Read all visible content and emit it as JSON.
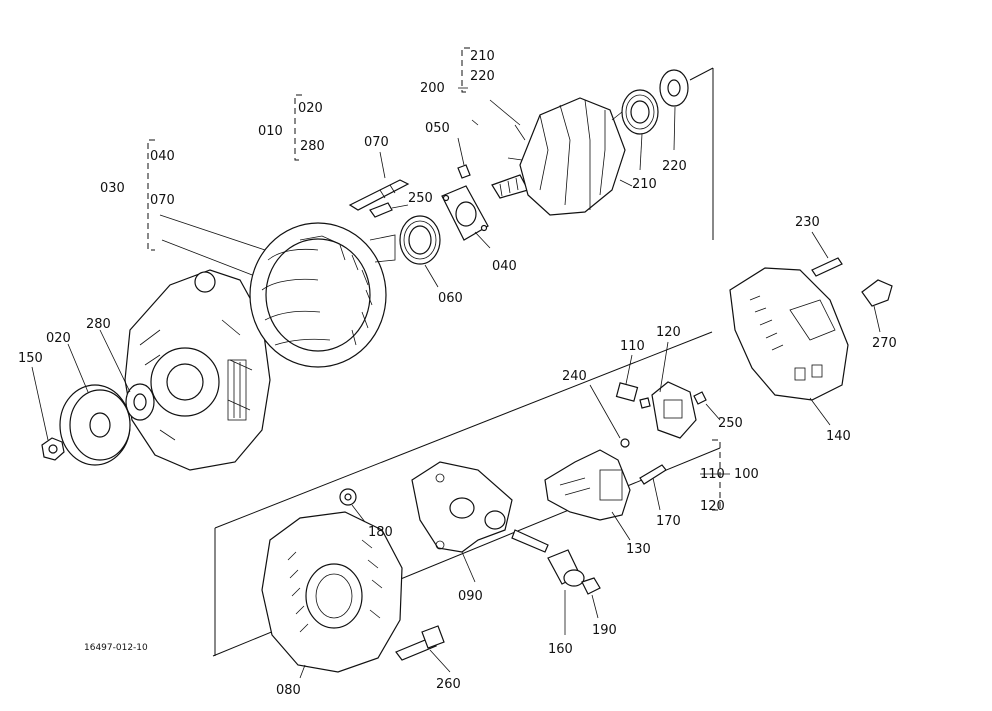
{
  "drawing_code": "16497-012-10",
  "labels": {
    "l210a": "210",
    "l220a": "220",
    "l200": "200",
    "l020a": "020",
    "l010": "010",
    "l280a": "280",
    "l070a": "070",
    "l050": "050",
    "l040a": "040",
    "l030": "030",
    "l070b": "070",
    "l250a": "250",
    "l040b": "040",
    "l060": "060",
    "l210b": "210",
    "l220b": "220",
    "l230": "230",
    "l270": "270",
    "l280b": "280",
    "l020b": "020",
    "l150": "150",
    "l110a": "110",
    "l120a": "120",
    "l240": "240",
    "l250b": "250",
    "l140": "140",
    "l110b": "110",
    "l100": "100",
    "l120b": "120",
    "l170": "170",
    "l180": "180",
    "l130": "130",
    "l090": "090",
    "l160": "160",
    "l190": "190",
    "l080": "080",
    "l260": "260"
  }
}
